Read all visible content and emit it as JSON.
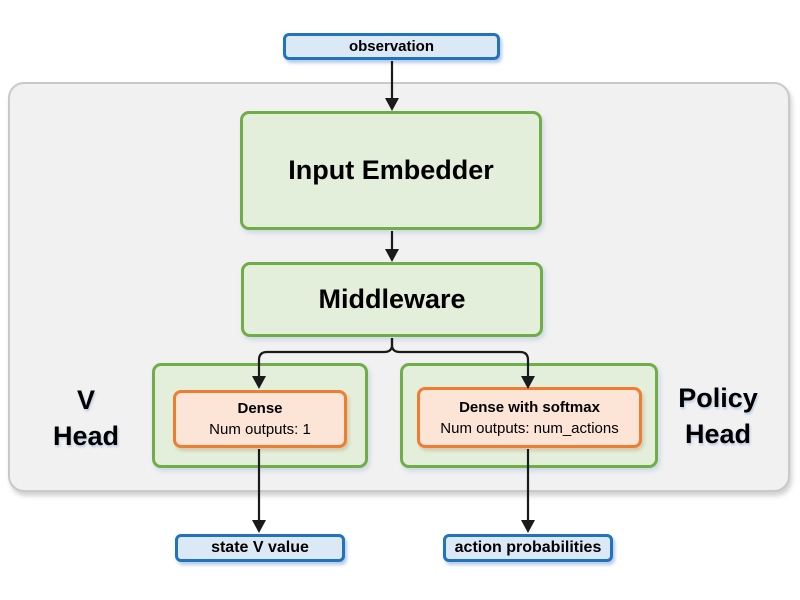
{
  "nodes": {
    "observation": {
      "label": "observation"
    },
    "input_embedder": {
      "label": "Input Embedder"
    },
    "middleware": {
      "label": "Middleware"
    },
    "v_head": {
      "line1": "V",
      "line2": "Head"
    },
    "v_dense": {
      "title": "Dense",
      "subtitle": "Num outputs: 1"
    },
    "policy_head": {
      "line1": "Policy",
      "line2": "Head"
    },
    "policy_dense": {
      "title": "Dense with softmax",
      "subtitle": "Num outputs: num_actions"
    },
    "state_v_value": {
      "label": "state V value"
    },
    "action_probabilities": {
      "label": "action probabilities"
    }
  },
  "colors": {
    "blue_border": "#2173BE",
    "blue_fill": "#DBE8F6",
    "green_border": "#70AD47",
    "green_fill": "#E3EFDA",
    "orange_border": "#ED7D31",
    "orange_fill": "#FCE4D6",
    "container_fill": "#F1F1F2",
    "container_border": "#C9C9C9",
    "arrow": "#1A1A1A",
    "text": "#000000"
  }
}
